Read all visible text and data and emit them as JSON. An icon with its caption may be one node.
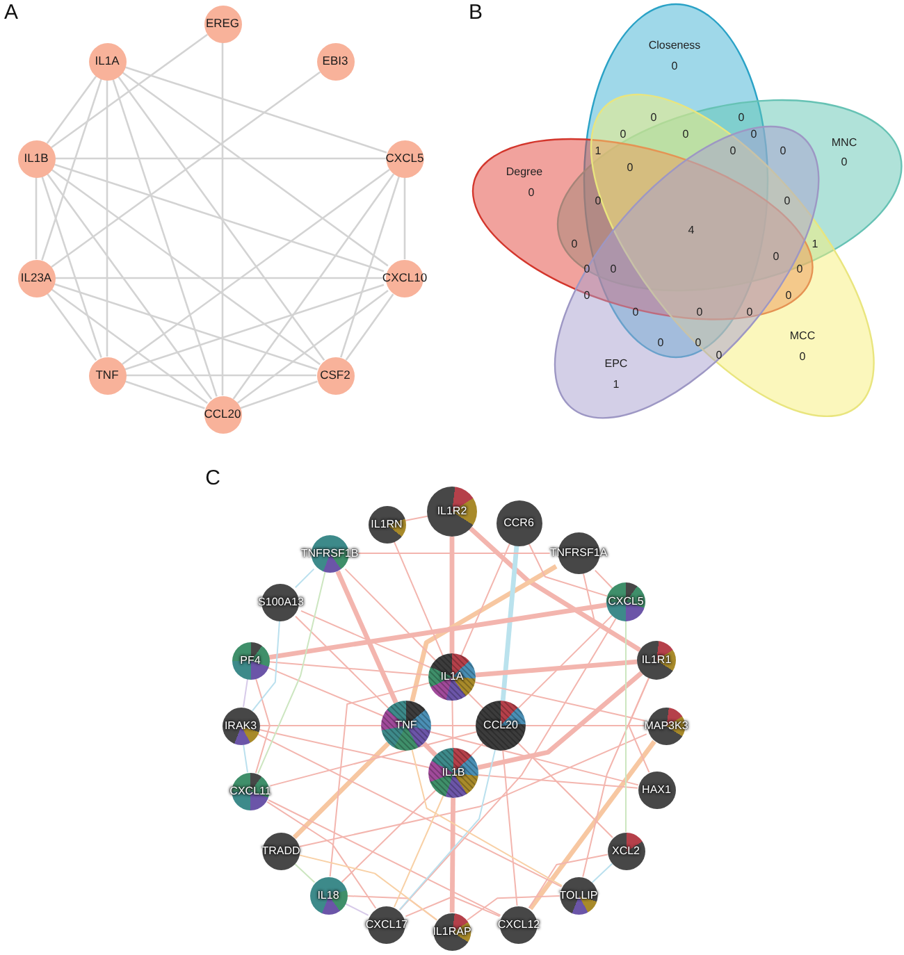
{
  "diagram": {
    "nodes": [
      {
        "text": [
          "EREG"
        ]
      },
      {
        "text": [
          "IL1A"
        ]
      },
      {
        "text": [
          "EBI3"
        ]
      },
      {
        "text": [
          "IL1B"
        ]
      },
      {
        "text": [
          "CXCL5"
        ]
      },
      {
        "text": [
          "IL23A"
        ]
      },
      {
        "text": [
          "CXCL10"
        ]
      },
      {
        "text": [
          "TNF"
        ]
      },
      {
        "text": [
          "CSF2"
        ]
      },
      {
        "text": [
          "CCL20"
        ]
      },
      {
        "text": [
          "Closeness",
          "0"
        ]
      },
      {
        "text": [
          "MNC",
          "0"
        ]
      },
      {
        "text": [
          "Degree",
          "0"
        ]
      },
      {
        "text": [
          "MCC",
          "0"
        ]
      },
      {
        "text": [
          "EPC",
          "1"
        ]
      },
      {
        "text": [
          "IL1RN"
        ]
      },
      {
        "text": [
          "IL1R2"
        ]
      },
      {
        "text": [
          "CCR6"
        ]
      },
      {
        "text": [
          "TNFRSF1B"
        ]
      },
      {
        "text": [
          "TNFRSF1A"
        ]
      },
      {
        "text": [
          "S100A13"
        ]
      },
      {
        "text": [
          "CXCL5"
        ]
      },
      {
        "text": [
          "PF4"
        ]
      },
      {
        "text": [
          "IL1A"
        ]
      },
      {
        "text": [
          "IL1R1"
        ]
      },
      {
        "text": [
          "IRAK3"
        ]
      },
      {
        "text": [
          "TNF"
        ]
      },
      {
        "text": [
          "CCL20"
        ]
      },
      {
        "text": [
          "MAP3K3"
        ]
      },
      {
        "text": [
          "IL1B"
        ]
      },
      {
        "text": [
          "CXCL11"
        ]
      },
      {
        "text": [
          "HAX1"
        ]
      },
      {
        "text": [
          "TRADD"
        ]
      },
      {
        "text": [
          "XCL2"
        ]
      },
      {
        "text": [
          "IL18"
        ]
      },
      {
        "text": [
          "TOLLIP"
        ]
      },
      {
        "text": [
          "CXCL17"
        ]
      },
      {
        "text": [
          "IL1RAP"
        ]
      },
      {
        "text": [
          "CXCL12"
        ]
      }
    ],
    "edges": [
      {
        "from": 0,
        "to": 3,
        "arrow": "none",
        "color": "#d3d3d3"
      },
      {
        "from": 0,
        "to": 9,
        "arrow": "none",
        "color": "#d3d3d3"
      },
      {
        "from": 2,
        "to": 5,
        "arrow": "none",
        "color": "#d3d3d3"
      },
      {
        "from": 1,
        "to": 3,
        "arrow": "none",
        "color": "#d3d3d3"
      },
      {
        "from": 1,
        "to": 5,
        "arrow": "none",
        "color": "#d3d3d3"
      },
      {
        "from": 1,
        "to": 7,
        "arrow": "none",
        "color": "#d3d3d3"
      },
      {
        "from": 1,
        "to": 9,
        "arrow": "none",
        "color": "#d3d3d3"
      },
      {
        "from": 1,
        "to": 8,
        "arrow": "none",
        "color": "#d3d3d3"
      },
      {
        "from": 1,
        "to": 6,
        "arrow": "none",
        "color": "#d3d3d3"
      },
      {
        "from": 1,
        "to": 4,
        "arrow": "none",
        "color": "#d3d3d3"
      },
      {
        "from": 3,
        "to": 4,
        "arrow": "none",
        "color": "#d3d3d3"
      },
      {
        "from": 3,
        "to": 6,
        "arrow": "none",
        "color": "#d3d3d3"
      },
      {
        "from": 3,
        "to": 8,
        "arrow": "none",
        "color": "#d3d3d3"
      },
      {
        "from": 3,
        "to": 9,
        "arrow": "none",
        "color": "#d3d3d3"
      },
      {
        "from": 3,
        "to": 7,
        "arrow": "none",
        "color": "#d3d3d3"
      },
      {
        "from": 3,
        "to": 5,
        "arrow": "none",
        "color": "#d3d3d3"
      },
      {
        "from": 5,
        "to": 6,
        "arrow": "none",
        "color": "#d3d3d3"
      },
      {
        "from": 5,
        "to": 8,
        "arrow": "none",
        "color": "#d3d3d3"
      },
      {
        "from": 5,
        "to": 9,
        "arrow": "none",
        "color": "#d3d3d3"
      },
      {
        "from": 5,
        "to": 7,
        "arrow": "none",
        "color": "#d3d3d3"
      },
      {
        "from": 4,
        "to": 7,
        "arrow": "none",
        "color": "#d3d3d3"
      },
      {
        "from": 4,
        "to": 9,
        "arrow": "none",
        "color": "#d3d3d3"
      },
      {
        "from": 4,
        "to": 8,
        "arrow": "none",
        "color": "#d3d3d3"
      },
      {
        "from": 4,
        "to": 6,
        "arrow": "none",
        "color": "#d3d3d3"
      },
      {
        "from": 6,
        "to": 7,
        "arrow": "none",
        "color": "#d3d3d3"
      },
      {
        "from": 6,
        "to": 9,
        "arrow": "none",
        "color": "#d3d3d3"
      },
      {
        "from": 6,
        "to": 8,
        "arrow": "none",
        "color": "#d3d3d3"
      },
      {
        "from": 7,
        "to": 9,
        "arrow": "none",
        "color": "#d3d3d3"
      },
      {
        "from": 7,
        "to": 8,
        "arrow": "none",
        "color": "#d3d3d3"
      },
      {
        "from": 8,
        "to": 9,
        "arrow": "none",
        "color": "#d3d3d3"
      },
      {
        "from": 16,
        "to": 23,
        "arrow": "none",
        "style": "thick"
      },
      {
        "from": 16,
        "to": 24,
        "arrow": "none",
        "style": "thick"
      },
      {
        "from": 18,
        "to": 26,
        "arrow": "none",
        "style": "thick"
      },
      {
        "from": 19,
        "to": 26,
        "arrow": "none",
        "style": "thick",
        "color": "#f5b98a"
      },
      {
        "from": 26,
        "to": 32,
        "arrow": "none",
        "style": "thick",
        "color": "#f5b98a"
      },
      {
        "from": 17,
        "to": 27,
        "arrow": "none",
        "style": "thick",
        "color": "#a9dbe8"
      },
      {
        "from": 29,
        "to": 37,
        "arrow": "none",
        "style": "thick"
      },
      {
        "from": 22,
        "to": 21,
        "arrow": "none",
        "style": "thick"
      },
      {
        "from": 23,
        "to": 24,
        "arrow": "none",
        "style": "thick"
      },
      {
        "from": 29,
        "to": 24,
        "arrow": "none",
        "style": "thick"
      },
      {
        "from": 38,
        "to": 28,
        "arrow": "none",
        "style": "thick",
        "color": "#f5b98a"
      },
      {
        "from": 26,
        "to": 29,
        "arrow": "none",
        "style": "thick"
      },
      {
        "from": 15,
        "to": 16,
        "arrow": "none"
      },
      {
        "from": 15,
        "to": 23,
        "arrow": "none"
      },
      {
        "from": 17,
        "to": 23,
        "arrow": "none"
      },
      {
        "from": 17,
        "to": 21,
        "arrow": "none"
      },
      {
        "from": 18,
        "to": 19,
        "arrow": "none"
      },
      {
        "from": 18,
        "to": 23,
        "arrow": "none"
      },
      {
        "from": 19,
        "to": 24,
        "arrow": "none"
      },
      {
        "from": 19,
        "to": 21,
        "arrow": "none"
      },
      {
        "from": 20,
        "to": 23,
        "arrow": "none"
      },
      {
        "from": 20,
        "to": 26,
        "arrow": "none"
      },
      {
        "from": 22,
        "to": 23,
        "arrow": "none"
      },
      {
        "from": 22,
        "to": 26,
        "arrow": "none"
      },
      {
        "from": 22,
        "to": 30,
        "arrow": "none"
      },
      {
        "from": 25,
        "to": 26,
        "arrow": "none"
      },
      {
        "from": 25,
        "to": 29,
        "arrow": "none"
      },
      {
        "from": 25,
        "to": 35,
        "arrow": "none"
      },
      {
        "from": 30,
        "to": 27,
        "arrow": "none"
      },
      {
        "from": 30,
        "to": 36,
        "arrow": "none"
      },
      {
        "from": 30,
        "to": 38,
        "arrow": "none"
      },
      {
        "from": 32,
        "to": 28,
        "arrow": "none"
      },
      {
        "from": 34,
        "to": 23,
        "arrow": "none"
      },
      {
        "from": 34,
        "to": 29,
        "arrow": "none"
      },
      {
        "from": 34,
        "to": 37,
        "arrow": "none"
      },
      {
        "from": 36,
        "to": 21,
        "arrow": "none"
      },
      {
        "from": 36,
        "to": 38,
        "arrow": "none"
      },
      {
        "from": 37,
        "to": 35,
        "arrow": "none"
      },
      {
        "from": 38,
        "to": 27,
        "arrow": "none"
      },
      {
        "from": 38,
        "to": 33,
        "arrow": "none"
      },
      {
        "from": 33,
        "to": 27,
        "arrow": "none"
      },
      {
        "from": 31,
        "to": 26,
        "arrow": "none"
      },
      {
        "from": 31,
        "to": 29,
        "arrow": "none"
      },
      {
        "from": 28,
        "to": 23,
        "arrow": "none"
      },
      {
        "from": 28,
        "to": 27,
        "arrow": "none"
      },
      {
        "from": 21,
        "to": 27,
        "arrow": "none"
      },
      {
        "from": 23,
        "to": 27,
        "arrow": "none"
      },
      {
        "from": 27,
        "to": 29,
        "arrow": "none"
      },
      {
        "from": 23,
        "to": 29,
        "arrow": "none"
      },
      {
        "from": 26,
        "to": 27,
        "arrow": "none"
      },
      {
        "from": 24,
        "to": 31,
        "arrow": "none"
      },
      {
        "from": 24,
        "to": 35,
        "arrow": "none"
      },
      {
        "from": 18,
        "to": 20,
        "arrow": "none",
        "color": "#a9d8ea"
      },
      {
        "from": 20,
        "to": 25,
        "arrow": "none",
        "color": "#a9d8ea"
      },
      {
        "from": 25,
        "to": 30,
        "arrow": "none",
        "color": "#a9d8ea"
      },
      {
        "from": 36,
        "to": 27,
        "arrow": "none",
        "color": "#a9d8ea"
      },
      {
        "from": 33,
        "to": 35,
        "arrow": "none",
        "color": "#a9d8ea"
      },
      {
        "from": 18,
        "to": 30,
        "arrow": "none",
        "color": "#bfe0b0"
      },
      {
        "from": 21,
        "to": 33,
        "arrow": "none",
        "color": "#bfe0b0"
      },
      {
        "from": 32,
        "to": 34,
        "arrow": "none",
        "color": "#bfe0b0"
      },
      {
        "from": 35,
        "to": 26,
        "arrow": "none",
        "color": "#f6c48f"
      },
      {
        "from": 36,
        "to": 29,
        "arrow": "none",
        "color": "#f6c48f"
      },
      {
        "from": 32,
        "to": 37,
        "arrow": "none",
        "color": "#f6c48f"
      },
      {
        "from": 22,
        "to": 25,
        "arrow": "none",
        "color": "#cdbde3"
      },
      {
        "from": 34,
        "to": 36,
        "arrow": "none",
        "color": "#cdbde3"
      }
    ],
    "labels": [
      "A",
      "B",
      "0",
      "0",
      "0",
      "0",
      "0",
      "1",
      "0",
      "0",
      "0",
      "0",
      "0",
      "4",
      "0",
      "1",
      "0",
      "0",
      "0",
      "0",
      "0",
      "0",
      "0",
      "0",
      "0",
      "0",
      "0",
      "0",
      "C"
    ]
  }
}
